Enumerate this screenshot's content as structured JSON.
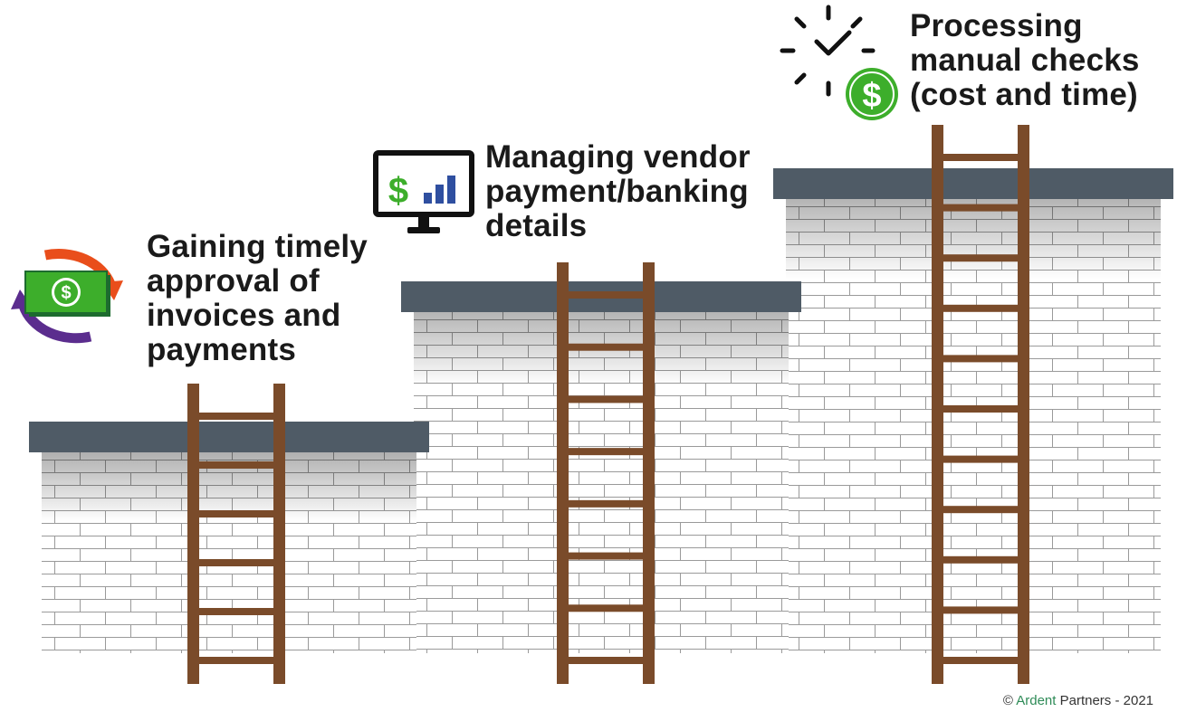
{
  "stages": [
    {
      "id": "stage-1",
      "lines": [
        "Gaining timely",
        "approval of",
        "invoices and",
        "payments"
      ],
      "icon": "money-exchange-icon",
      "rungs": 6
    },
    {
      "id": "stage-2",
      "lines": [
        "Managing vendor",
        "payment/banking",
        "details"
      ],
      "icon": "monitor-chart-icon",
      "rungs": 8
    },
    {
      "id": "stage-3",
      "lines": [
        "Processing",
        "manual checks",
        "(cost and time)"
      ],
      "icon": "clock-dollar-icon",
      "rungs": 11
    }
  ],
  "colors": {
    "cap": "#4f5b66",
    "ladder": "#7a4b2a",
    "brick_line": "#9a9a9a",
    "green": "#3dae2b",
    "orange": "#e94e1b",
    "purple": "#5b2d8e",
    "chart_blue": "#2f4fa0",
    "text": "#1a1a1a",
    "brand": "#2e8b57"
  },
  "footer": {
    "copyright_symbol": "©",
    "brand": "Ardent",
    "rest": "Partners - 2021"
  }
}
